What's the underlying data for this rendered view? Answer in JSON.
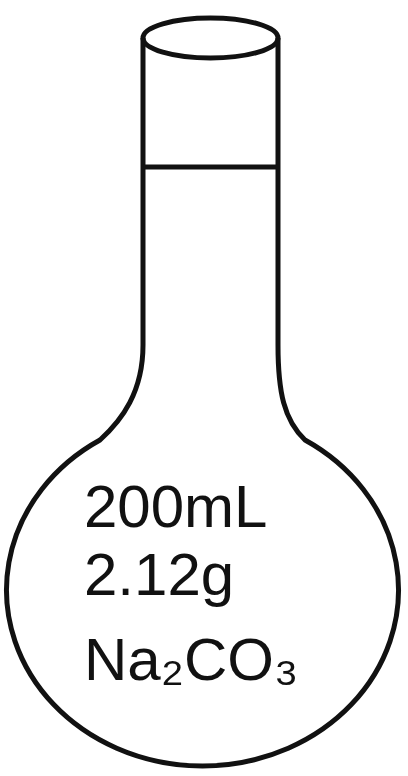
{
  "diagram": {
    "nodes": [
      {
        "text": [
          "200mL",
          "2.12g",
          "Na₂CO₃"
        ]
      }
    ]
  }
}
